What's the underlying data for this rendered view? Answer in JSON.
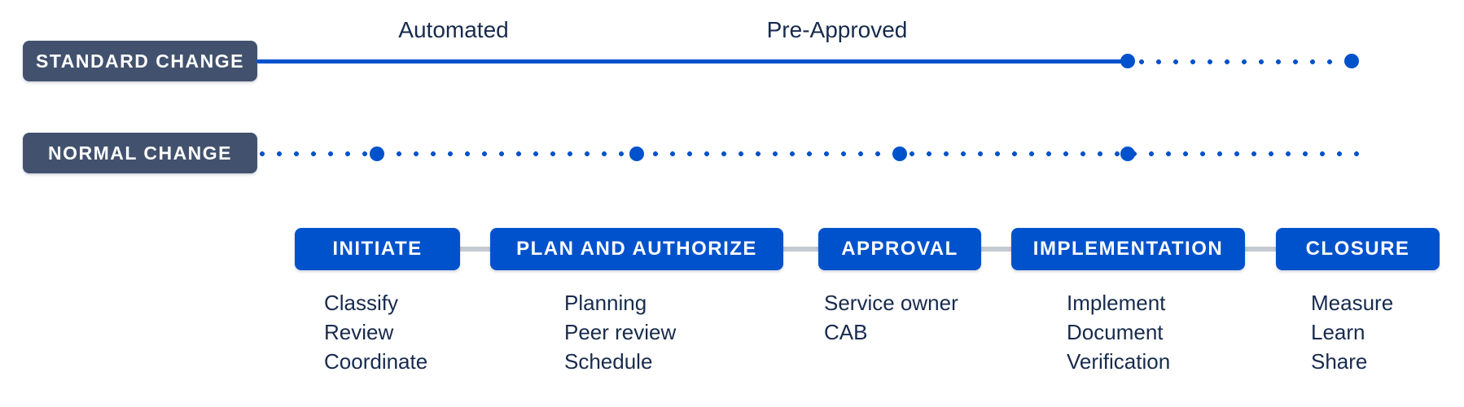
{
  "tracks": {
    "standard": {
      "label": "STANDARD CHANGE",
      "annotations": [
        "Automated",
        "Pre-Approved"
      ]
    },
    "normal": {
      "label": "NORMAL CHANGE"
    }
  },
  "stages": [
    {
      "label": "INITIATE",
      "tasks": [
        "Classify",
        "Review",
        "Coordinate"
      ]
    },
    {
      "label": "PLAN AND AUTHORIZE",
      "tasks": [
        "Planning",
        "Peer review",
        "Schedule"
      ]
    },
    {
      "label": "APPROVAL",
      "tasks": [
        "Service owner",
        "CAB"
      ]
    },
    {
      "label": "IMPLEMENTATION",
      "tasks": [
        "Implement",
        "Document",
        "Verification"
      ]
    },
    {
      "label": "CLOSURE",
      "tasks": [
        "Measure",
        "Learn",
        "Share"
      ]
    }
  ],
  "colors": {
    "primary_blue": "#0052CC",
    "dark_slate": "#42526E",
    "text_navy": "#172B4D",
    "connector_gray": "#C5CAD3",
    "background": "#FFFFFF"
  }
}
